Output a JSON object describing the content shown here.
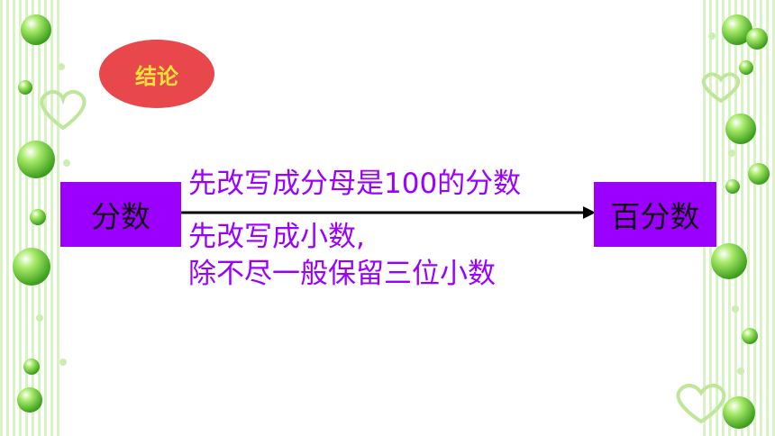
{
  "badge": {
    "label": "结论"
  },
  "left_box": {
    "label": "分数"
  },
  "right_box": {
    "label": "百分数"
  },
  "method_top": "先改写成分母是100的分数",
  "method_bottom_line1": "先改写成小数,",
  "method_bottom_line2": "除不尽一般保留三位小数",
  "colors": {
    "accent": "#9b00ff",
    "badge_bg": "#e8474b",
    "badge_text": "#f8e23a",
    "border_green": "#7ccf4a"
  }
}
